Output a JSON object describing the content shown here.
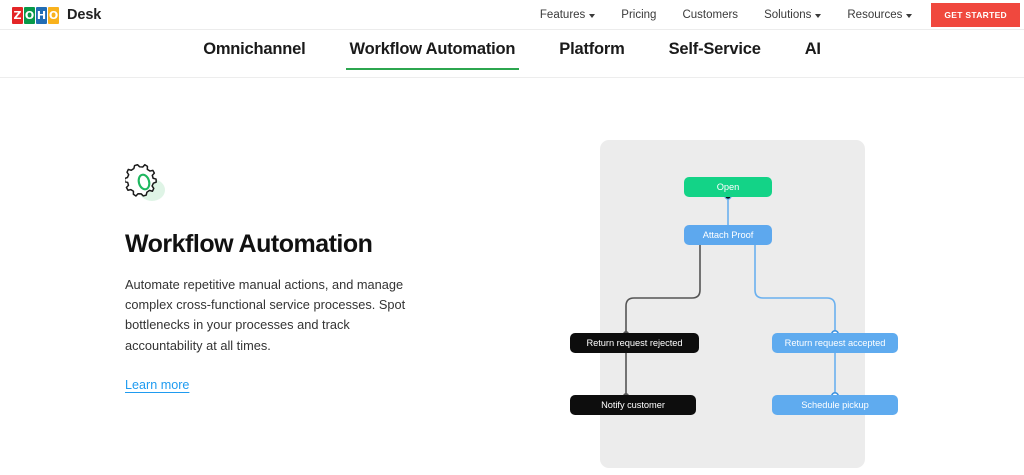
{
  "header": {
    "brand": {
      "logo_tiles": [
        "Z",
        "O",
        "H",
        "O"
      ],
      "logo_colors": [
        "#e42527",
        "#089949",
        "#226db4",
        "#f9b21d"
      ],
      "product_name": "Desk"
    },
    "nav_items": [
      {
        "label": "Features",
        "has_caret": true
      },
      {
        "label": "Pricing",
        "has_caret": false
      },
      {
        "label": "Customers",
        "has_caret": false
      },
      {
        "label": "Solutions",
        "has_caret": true
      },
      {
        "label": "Resources",
        "has_caret": true
      }
    ],
    "cta_label": "GET STARTED",
    "cta_color": "#f0483e"
  },
  "tabs": {
    "items": [
      {
        "label": "Omnichannel",
        "active": false
      },
      {
        "label": "Workflow Automation",
        "active": true
      },
      {
        "label": "Platform",
        "active": false
      },
      {
        "label": "Self-Service",
        "active": false
      },
      {
        "label": "AI",
        "active": false
      }
    ],
    "active_underline_color": "#2ca64f"
  },
  "feature": {
    "icon": "gear-icon",
    "title": "Workflow Automation",
    "description": "Automate repetitive manual actions, and manage complex cross-functional service processes. Spot bottlenecks in your processes and track accountability at all times.",
    "link_label": "Learn more",
    "link_color": "#1f9bf0"
  },
  "diagram": {
    "panel_color": "#ececec",
    "nodes": [
      {
        "id": "open",
        "label": "Open",
        "color": "#13d387",
        "style": "green"
      },
      {
        "id": "attach",
        "label": "Attach Proof",
        "color": "#5da8ee",
        "style": "blue"
      },
      {
        "id": "rejected",
        "label": "Return request rejected",
        "color": "#0d0d0d",
        "style": "dark"
      },
      {
        "id": "accepted",
        "label": "Return request accepted",
        "color": "#5fabef",
        "style": "blue-soft"
      },
      {
        "id": "notify",
        "label": "Notify customer",
        "color": "#0d0d0d",
        "style": "dark"
      },
      {
        "id": "pickup",
        "label": "Schedule pickup",
        "color": "#5fabef",
        "style": "blue-soft"
      }
    ],
    "edges": [
      {
        "from": "open",
        "to": "attach",
        "color": "#6ab0ef"
      },
      {
        "from": "attach",
        "to": "rejected",
        "color": "#555555"
      },
      {
        "from": "attach",
        "to": "accepted",
        "color": "#6ab0ef"
      },
      {
        "from": "rejected",
        "to": "notify",
        "color": "#555555"
      },
      {
        "from": "accepted",
        "to": "pickup",
        "color": "#6ab0ef"
      }
    ]
  }
}
